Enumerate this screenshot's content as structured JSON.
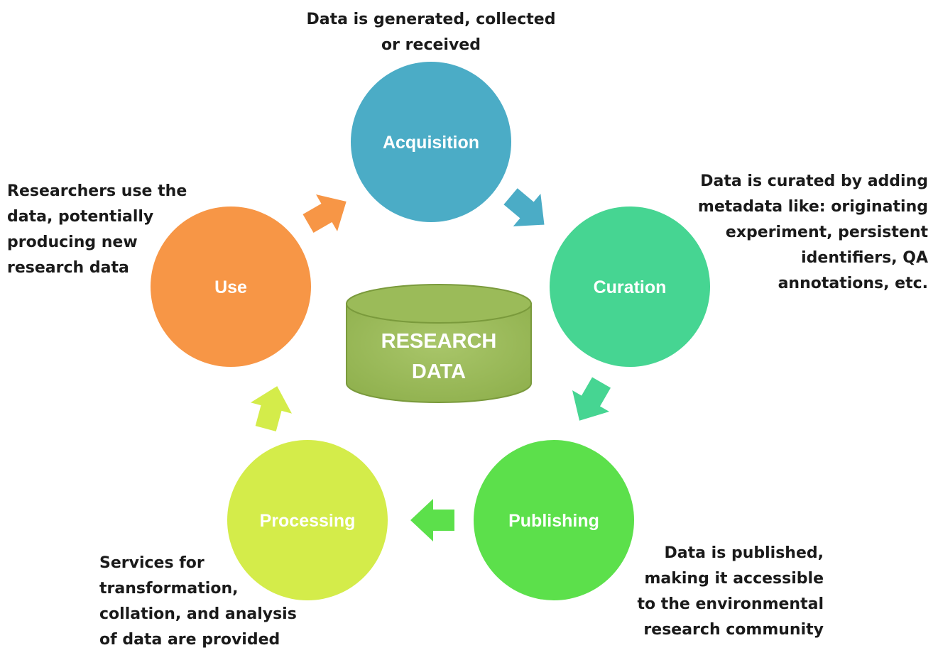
{
  "center": {
    "line1": "RESEARCH",
    "line2": "DATA",
    "color": "#9bbb59"
  },
  "stages": [
    {
      "id": "acquisition",
      "label": "Acquisition",
      "color": "#4bacc6",
      "note": [
        "Data is generated, collected",
        "or received"
      ]
    },
    {
      "id": "curation",
      "label": "Curation",
      "color": "#46d592",
      "note": [
        "Data is curated by adding",
        "metadata like: originating",
        "experiment, persistent",
        "identifiers, QA",
        "annotations,  etc."
      ]
    },
    {
      "id": "publishing",
      "label": "Publishing",
      "color": "#5ce04b",
      "note": [
        "Data is published,",
        "making  it accessible",
        "to the environmental",
        "research community"
      ]
    },
    {
      "id": "processing",
      "label": "Processing",
      "color": "#d4ec4a",
      "note": [
        "Services for",
        "transformation,",
        "collation, and analysis",
        "of data are provided"
      ]
    },
    {
      "id": "use",
      "label": "Use",
      "color": "#f79646",
      "note": [
        "Researchers use the",
        "data, potentially",
        "producing  new",
        "research data"
      ]
    }
  ],
  "arrows": [
    {
      "from": "acquisition",
      "to": "curation",
      "color": "#4bacc6"
    },
    {
      "from": "curation",
      "to": "publishing",
      "color": "#46d592"
    },
    {
      "from": "publishing",
      "to": "processing",
      "color": "#5ce04b"
    },
    {
      "from": "processing",
      "to": "use",
      "color": "#d4ec4a"
    },
    {
      "from": "use",
      "to": "acquisition",
      "color": "#f79646"
    }
  ]
}
